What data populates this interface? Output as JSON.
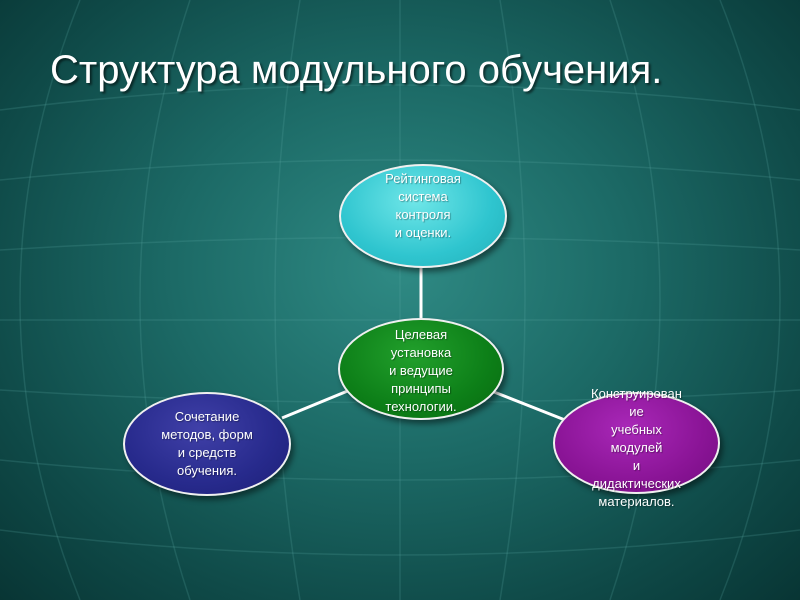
{
  "slide": {
    "title": "Структура модульного обучения."
  },
  "diagram": {
    "center": {
      "label": "Целевая\nустановка\nи ведущие\nпринципы\nтехнологии."
    },
    "top": {
      "label": "Рейтинговая\nсистема\nконтроля\nи оценки."
    },
    "left": {
      "label": "Сочетание\nметодов, форм\nи средств\nобучения."
    },
    "right": {
      "label": "Конструирован\nие\nучебных\nмодулей\nи\nдидактических\nматериалов."
    }
  },
  "colors": {
    "background": "#1c6a66",
    "node_top": "#2fc5cf",
    "node_center": "#0d7f18",
    "node_left": "#272a8c",
    "node_right": "#8a1496",
    "connector": "#ffffff"
  }
}
